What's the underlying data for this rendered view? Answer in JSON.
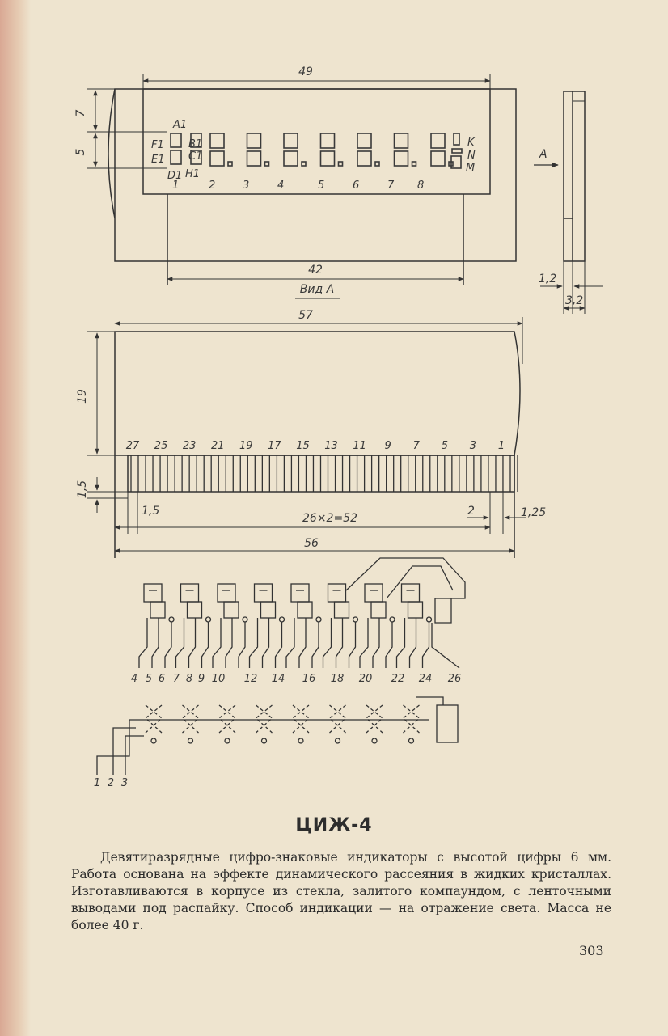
{
  "drawings": {
    "top_view": {
      "dim_width": "49",
      "dim_height_top": "7",
      "dim_height_digit": "5",
      "dim_bottom": "42",
      "segment_labels": {
        "a1": "A1",
        "f1": "F1",
        "b1": "B1",
        "e1": "E1",
        "c1": "C1",
        "d1": "D1",
        "h1": "H1"
      },
      "digit_numbers": [
        "1",
        "2",
        "3",
        "4",
        "5",
        "6",
        "7",
        "8"
      ],
      "symbols": {
        "k": "K",
        "n": "N",
        "m": "M"
      },
      "view_caption": "Вид А"
    },
    "side_view": {
      "arrow_label": "А",
      "dim_thickness_1": "1,2",
      "dim_thickness_2": "3,2"
    },
    "front_view": {
      "dim_width": "57",
      "dim_height": "19",
      "dim_pin_len": "1,5",
      "pin_numbers": [
        "27",
        "25",
        "23",
        "21",
        "19",
        "17",
        "15",
        "13",
        "11",
        "9",
        "7",
        "5",
        "3",
        "1"
      ],
      "dim_left_offset": "1,5",
      "dim_pitch": "26×2=52",
      "dim_right_offset": "2",
      "dim_right_small": "1,25",
      "dim_total": "56"
    },
    "schematic": {
      "upper_pins": [
        "4",
        "5",
        "6",
        "7",
        "8",
        "9",
        "10",
        "12",
        "14",
        "16",
        "18",
        "20",
        "22",
        "24",
        "26"
      ],
      "lower_pins": [
        "1",
        "2",
        "3"
      ]
    }
  },
  "title": "ЦИЖ-4",
  "body_text": "Девятиразрядные цифро-знаковые индикаторы с высотой цифры 6 мм. Работа основана на эффекте динамического рассеяния в жидких кристаллах. Изготавливаются в корпусе из стекла, залитого компаундом, с ленточными выводами под распайку. Способ индикации — на отражение света. Масса не более 40 г.",
  "page_number": "303"
}
